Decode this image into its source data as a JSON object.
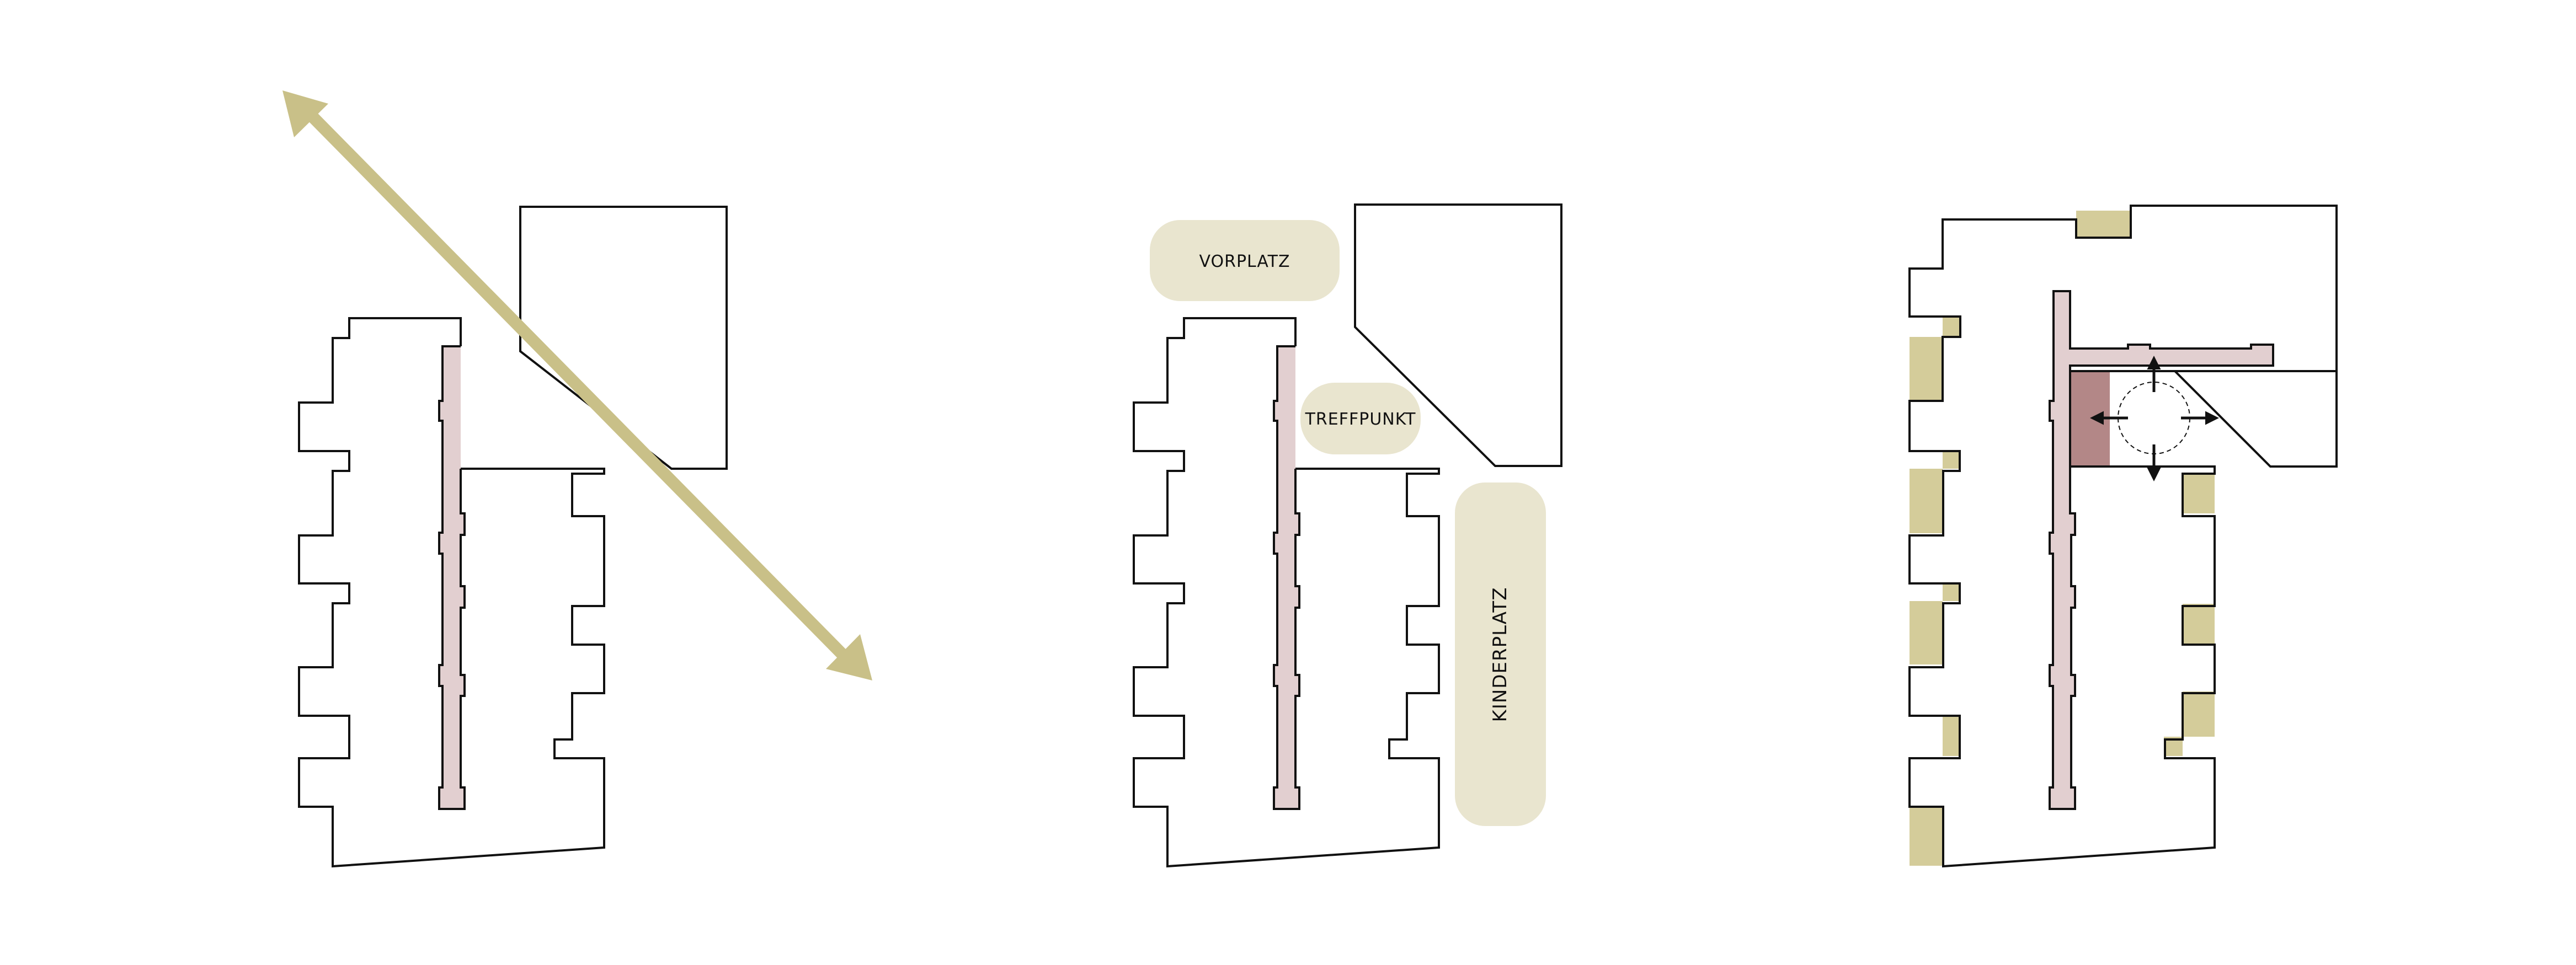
{
  "diagrams": [
    {
      "name": "orientation",
      "arrow_color": "#c9c088",
      "corridor_color": "#e2cfd0"
    },
    {
      "name": "outdoor-spaces",
      "pill_color": "#e9e5cf",
      "labels": {
        "vorplatz": "VORPLATZ",
        "treffpunkt": "TREFFPUNKT",
        "kinderplatz": "KINDERPLATZ"
      }
    },
    {
      "name": "circulation-hub",
      "patch_color": "#d4cc9a",
      "hub_color": "#b38787"
    }
  ]
}
